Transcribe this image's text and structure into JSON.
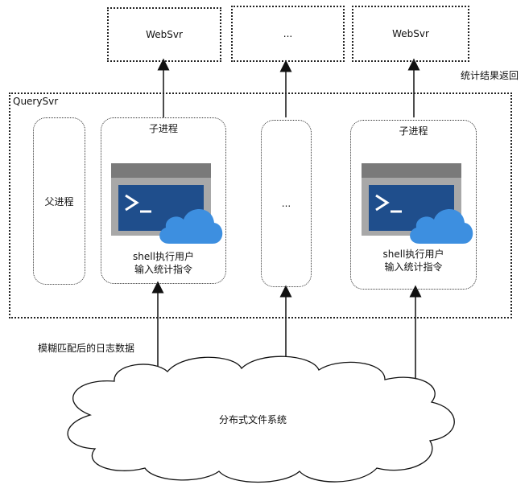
{
  "websvr_boxes": [
    "WebSvr",
    "...",
    "WebSvr"
  ],
  "result_return_label": "统计结果返回",
  "querysvr_label": "QuerySvr",
  "parent_process_label": "父进程",
  "child_process_label_left": "子进程",
  "child_process_label_right": "子进程",
  "middle_process_label": "...",
  "shell_caption_left_line1": "shell执行用户",
  "shell_caption_left_line2": "输入统计指令",
  "shell_caption_right_line1": "shell执行用户",
  "shell_caption_right_line2": "输入统计指令",
  "log_data_label": "模糊匹配后的日志数据",
  "dfs_label": "分布式文件系统",
  "icons": {
    "terminal": "terminal-cloud-icon",
    "colors": {
      "terminal_bg": "#1f4e8c",
      "titlebar": "#7a7a7a",
      "cloud": "#3d8fe0"
    }
  }
}
